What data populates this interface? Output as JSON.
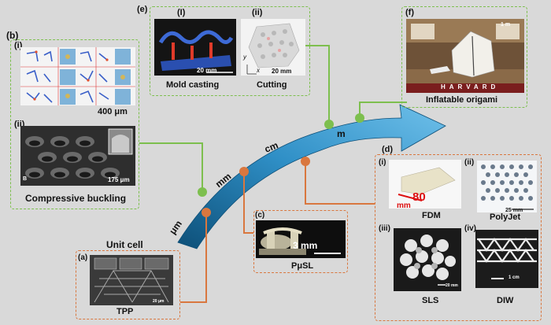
{
  "panels": {
    "a": {
      "letter": "(a)",
      "caption": "TPP",
      "scale": "20 μm"
    },
    "b": {
      "letter": "(b)",
      "sub_i": "(i)",
      "sub_ii": "(ii)",
      "scale_i": "400 μm",
      "scale_ii": "175 μm",
      "inset_label": "B",
      "caption": "Compressive buckling"
    },
    "c": {
      "letter": "(c)",
      "caption": "PμSL",
      "scale": "3 mm"
    },
    "d": {
      "letter": "(d)",
      "sub_i": "(i)",
      "sub_ii": "(ii)",
      "sub_iii": "(iii)",
      "sub_iv": "(iv)",
      "cap_i": "FDM",
      "cap_ii": "PolyJet",
      "cap_iii": "SLS",
      "cap_iv": "DIW",
      "scale_i": "80",
      "scale_i_unit": "mm",
      "scale_ii": "25 mm",
      "scale_iii": "20 mm",
      "scale_iv": "1 cm"
    },
    "e": {
      "letter": "(e)",
      "sub_i": "(I)",
      "sub_ii": "(ii)",
      "cap_i": "Mold casting",
      "cap_ii": "Cutting",
      "scale_i": "20 mm",
      "scale_ii": "20 mm",
      "axis_x": "x",
      "axis_y": "y"
    },
    "f": {
      "letter": "(f)",
      "caption": "Inflatable origami",
      "scale": "1 m",
      "banner": "HARVARD"
    }
  },
  "arrow": {
    "labels": [
      "μm",
      "mm",
      "cm",
      "m"
    ],
    "unit_cell": "Unit cell"
  },
  "colors": {
    "green": "#7dbf4e",
    "orange": "#d9773f",
    "arrow_dark": "#1f6fa0",
    "arrow_light": "#7cc3e6"
  }
}
